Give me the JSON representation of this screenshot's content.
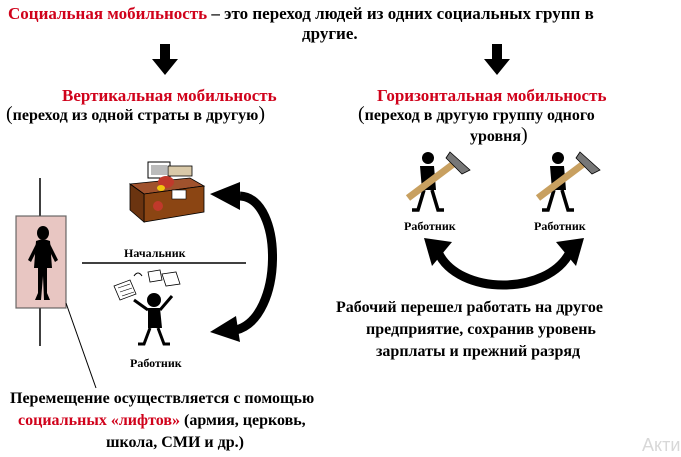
{
  "header": {
    "term": "Социальная мобильность",
    "definition_rest": " – это переход людей из одних социальных групп в",
    "line2": "другие."
  },
  "vertical": {
    "title": "Вертикальная мобильность",
    "paren_open": "(",
    "desc": "переход из одной страты в другую",
    "paren_close": ")",
    "boss_label": "Начальник",
    "worker_label": "Работник"
  },
  "horizontal": {
    "title": "Горизонтальная мобильность",
    "paren_open": "(",
    "desc_line1": "переход в другую группу одного",
    "desc_line2": "уровня",
    "paren_close": ")",
    "worker_left_label": "Работник",
    "worker_right_label": "Работник",
    "example_line1": "Рабочий перешел работать на другое",
    "example_line2": "предприятие, сохранив уровень",
    "example_line3": "зарплаты и прежний разряд"
  },
  "lifts": {
    "line1": "Перемещение осуществляется с помощью",
    "line2_red": "социальных «лифтов»",
    "line2_rest": " (армия, церковь,",
    "line3": "школа, СМИ и др.)"
  },
  "watermark": "Акти",
  "colors": {
    "accent": "#d0021b",
    "elevator_fill": "#e8c6c2",
    "black": "#000000"
  }
}
